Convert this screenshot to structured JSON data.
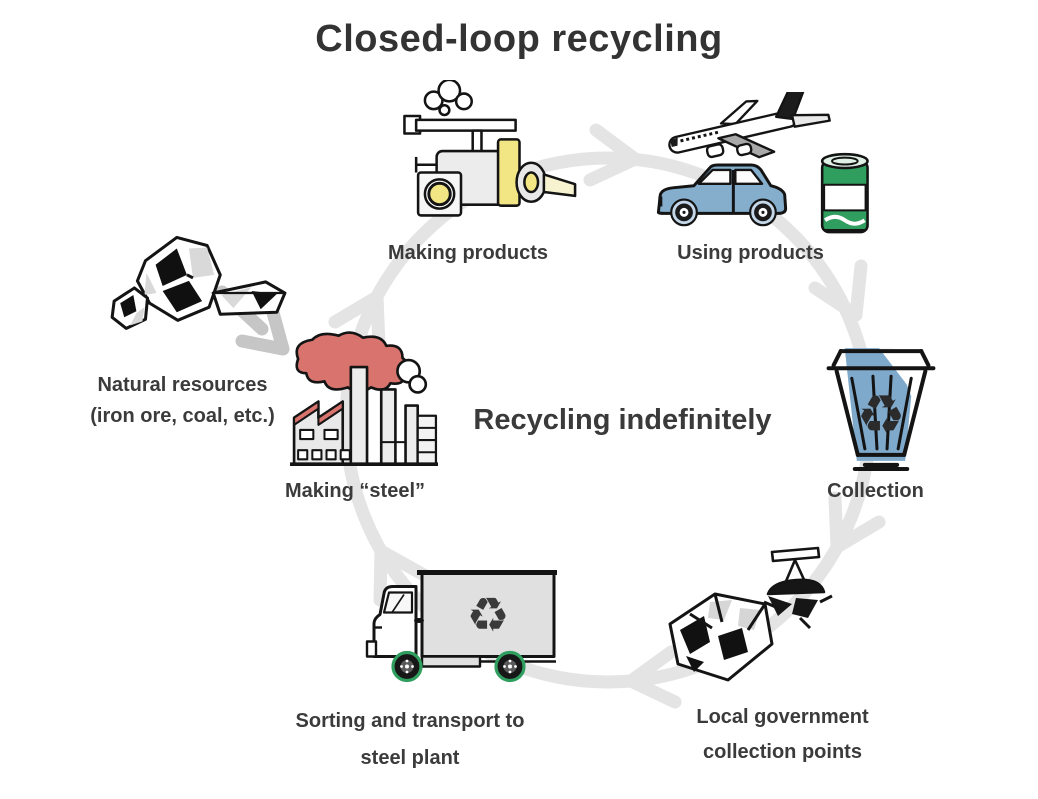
{
  "title": "Closed-loop recycling",
  "center_label": "Recycling indefinitely",
  "nodes": {
    "making_products": {
      "label": "Making products",
      "icon": "machine-icon"
    },
    "using_products": {
      "label": "Using products",
      "icon": "vehicles-icon"
    },
    "collection": {
      "label": "Collection",
      "icon": "recycling-bin-icon"
    },
    "local_government": {
      "line1": "Local government",
      "line2": "collection points",
      "icon": "scrap-metal-icon"
    },
    "sorting_transport": {
      "line1": "Sorting and transport to",
      "line2": "steel plant",
      "icon": "recycling-truck-icon"
    },
    "making_steel": {
      "label": "Making “steel”",
      "icon": "steel-factory-icon"
    },
    "natural_resources": {
      "line1": "Natural resources",
      "line2": "(iron ore, coal, etc.)",
      "icon": "ore-rocks-icon"
    }
  },
  "icons": {
    "recycle_symbol": "♻"
  },
  "cycle": {
    "direction": "clockwise",
    "arrow_count": 6
  },
  "colors": {
    "text": "#3a3a3a",
    "cycle_arrow": "#e4e4e4",
    "resource_arrow": "#c6c6c6",
    "car_blue": "#85aecd",
    "bin_blue": "#7fa9cb",
    "can_green": "#2f9e5f",
    "wheel_green": "#2f9e5f",
    "smoke_red": "#d9736d",
    "machine_yellow": "#f2e584",
    "outline_black": "#141414"
  }
}
